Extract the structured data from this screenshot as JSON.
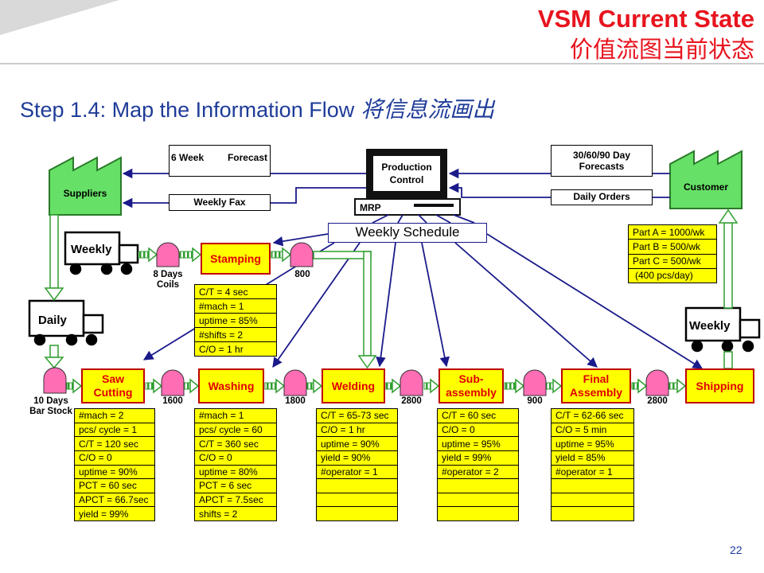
{
  "header": {
    "title": "VSM Current State",
    "subtitle": "价值流图当前状态"
  },
  "step": {
    "title": "Step 1.4: Map the Information Flow",
    "title_cn": "将信息流画出"
  },
  "suppliers": {
    "label": "Suppliers"
  },
  "customer": {
    "label": "Customer",
    "demand": [
      "Part A = 1000/wk",
      "Part B = 500/wk",
      "Part C = 500/wk",
      "(400 pcs/day)"
    ]
  },
  "information_flow": {
    "supplier_forecast": {
      "period": "6 Week",
      "label": "Forecast"
    },
    "supplier_fax": "Weekly Fax",
    "customer_forecast": {
      "period": "30/60/90 Day",
      "label": "Forecasts"
    },
    "customer_orders": "Daily Orders",
    "production_control": {
      "line1": "Production",
      "line2": "Control",
      "system": "MRP"
    },
    "schedule": "Weekly Schedule"
  },
  "shipments": {
    "supplier_weekly": "Weekly",
    "supplier_daily": "Daily",
    "customer_weekly": "Weekly"
  },
  "inventory": {
    "coils": {
      "amount": "8 Days",
      "item": "Coils"
    },
    "after_stamping": "800",
    "bar_stock": {
      "amount": "10 Days",
      "item": "Bar Stock"
    },
    "after_saw_cutting": "1600",
    "after_washing": "1800",
    "after_welding": "2800",
    "after_sub_assembly": "900",
    "after_final_assembly": "2800"
  },
  "processes": {
    "stamping": {
      "name": [
        "Stamping"
      ],
      "data": [
        "C/T = 4 sec",
        "#mach = 1",
        "uptime = 85%",
        "#shifts = 2",
        "C/O = 1 hr"
      ]
    },
    "saw_cutting": {
      "name": [
        "Saw",
        "Cutting"
      ],
      "data": [
        "#mach = 2",
        "pcs/ cycle = 1",
        "C/T = 120 sec",
        "C/O = 0",
        "uptime = 90%",
        "PCT = 60 sec",
        "APCT = 66.7sec",
        "yield = 99%"
      ]
    },
    "washing": {
      "name": [
        "Washing"
      ],
      "data": [
        "#mach = 1",
        "pcs/ cycle = 60",
        "C/T = 360 sec",
        "C/O = 0",
        "uptime = 80%",
        "PCT = 6 sec",
        "APCT = 7.5sec",
        "shifts = 2"
      ]
    },
    "welding": {
      "name": [
        "Welding"
      ],
      "data": [
        "C/T = 65-73 sec",
        "C/O = 1 hr",
        "uptime = 90%",
        "yield = 90%",
        "#operator = 1"
      ]
    },
    "sub_assembly": {
      "name": [
        "Sub-",
        "assembly"
      ],
      "data": [
        "C/T = 60 sec",
        "C/O = 0",
        "uptime = 95%",
        "yield = 99%",
        "#operator = 2"
      ]
    },
    "final_assembly": {
      "name": [
        "Final",
        "Assembly"
      ],
      "data": [
        "C/T = 62-66 sec",
        "C/O = 5 min",
        "uptime = 95%",
        "yield = 85%",
        "#operator = 1"
      ]
    },
    "shipping": {
      "name": [
        "Shipping"
      ]
    }
  },
  "page_number": "22",
  "colors": {
    "title_red": "#e8141e",
    "step_blue": "#1f3c98",
    "factory_green": "#66e066",
    "process_yellow": "#ffff00",
    "process_border_red": "#c00000",
    "inventory_pink": "#ff6eb4",
    "information_line_blue": "#1a1a8a",
    "material_flow_green": "#2e9e2e"
  }
}
